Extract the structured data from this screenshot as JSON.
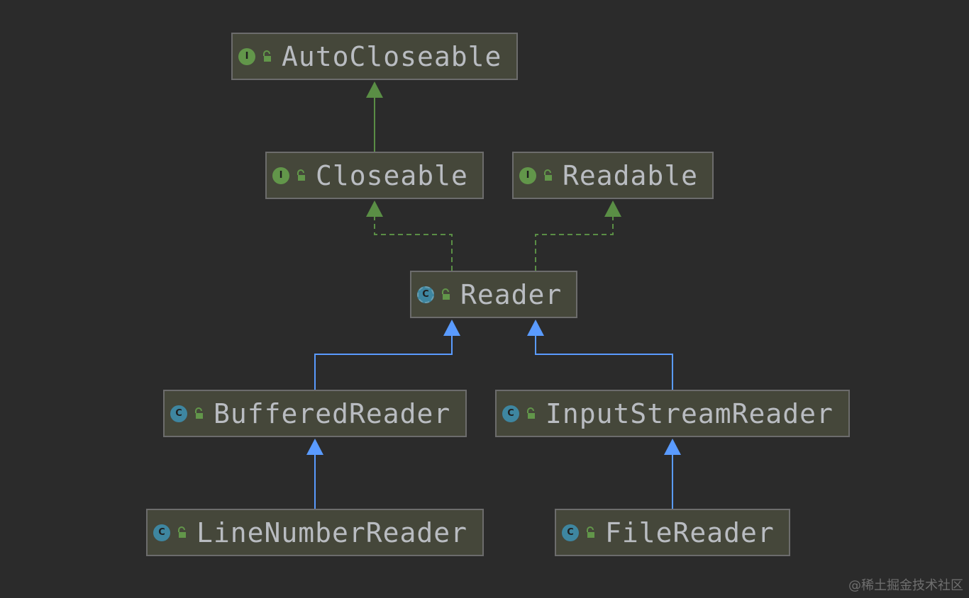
{
  "colors": {
    "background": "#2b2b2b",
    "node_fill": "#45473a",
    "node_border": "#6c6c6c",
    "interface_badge": "#62964a",
    "class_badge": "#3e86a0",
    "extends_arrow": "#5a9bff",
    "implements_arrow": "#5a8e45",
    "text": "#b9bcc1"
  },
  "nodes": {
    "autocloseable": {
      "label": "AutoCloseable",
      "kind": "interface",
      "badge": "I"
    },
    "closeable": {
      "label": "Closeable",
      "kind": "interface",
      "badge": "I"
    },
    "readable": {
      "label": "Readable",
      "kind": "interface",
      "badge": "I"
    },
    "reader": {
      "label": "Reader",
      "kind": "abstract-class",
      "badge": "C"
    },
    "bufferedreader": {
      "label": "BufferedReader",
      "kind": "class",
      "badge": "C"
    },
    "inputstreamreader": {
      "label": "InputStreamReader",
      "kind": "class",
      "badge": "C"
    },
    "linenumberreader": {
      "label": "LineNumberReader",
      "kind": "class",
      "badge": "C"
    },
    "filereader": {
      "label": "FileReader",
      "kind": "class",
      "badge": "C"
    }
  },
  "edges": [
    {
      "from": "closeable",
      "to": "autocloseable",
      "type": "extends-interface"
    },
    {
      "from": "reader",
      "to": "closeable",
      "type": "implements"
    },
    {
      "from": "reader",
      "to": "readable",
      "type": "implements"
    },
    {
      "from": "bufferedreader",
      "to": "reader",
      "type": "extends"
    },
    {
      "from": "inputstreamreader",
      "to": "reader",
      "type": "extends"
    },
    {
      "from": "linenumberreader",
      "to": "bufferedreader",
      "type": "extends"
    },
    {
      "from": "filereader",
      "to": "inputstreamreader",
      "type": "extends"
    }
  ],
  "watermark": "@稀土掘金技术社区"
}
